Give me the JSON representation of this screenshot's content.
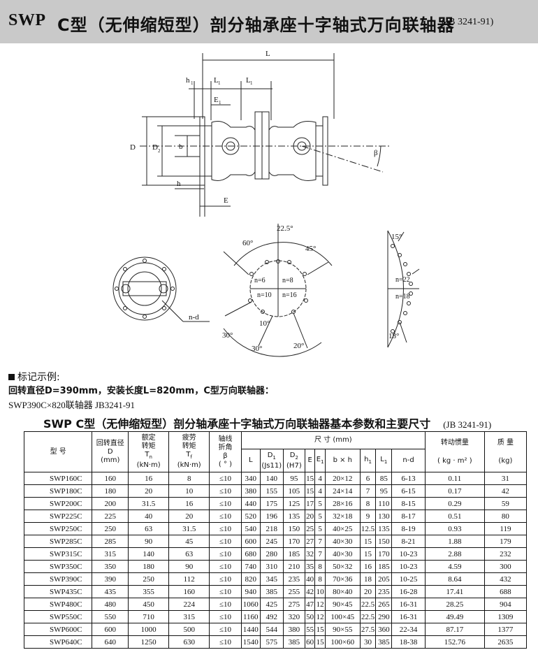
{
  "header": {
    "prefix": "SWP",
    "title": "C型（无伸缩短型）剖分轴承座十字轴式万向联轴器",
    "standard": "(JB 3241-91)"
  },
  "drawing": {
    "labels": [
      "L",
      "h",
      "L",
      "E",
      "L",
      "D",
      "D",
      "b",
      "β",
      "h",
      "E",
      "22.5°",
      "60°",
      "45°",
      "n=6",
      "n=8",
      "n=10",
      "n=16",
      "10°",
      "30°",
      "30°",
      "20°",
      "n-d",
      "15°",
      "n=22",
      "n=18",
      "18°"
    ],
    "subs": {
      "h1": "1",
      "L1a": "1",
      "E1": "1",
      "L1b": "1",
      "D2": "2"
    }
  },
  "marking": {
    "heading": "标记示例:",
    "line2": "回转直径D=390mm，安装长度L=820mm，C型万向联轴器：",
    "line3": "SWP390C×820联轴器 JB3241-91"
  },
  "table_caption": {
    "title": "SWP  C型（无伸缩短型）剖分轴承座十字轴式万向联轴器基本参数和主要尺寸",
    "standard": "(JB 3241-91)"
  },
  "columns": {
    "model": "型  号",
    "diameter": "回转直径",
    "diameter_sym": "D",
    "diameter_unit": "(mm)",
    "rated": "额定\n转矩",
    "rated_sym": "T",
    "rated_sub": "n",
    "rated_unit": "(kN·m)",
    "fatigue": "疲劳\n转矩",
    "fatigue_sym": "T",
    "fatigue_sub": "f",
    "fatigue_unit": "(kN·m)",
    "angle": "轴线\n折角",
    "angle_sym": "β",
    "angle_unit": "( ° )",
    "dims": "尺           寸 (mm)",
    "L": "L",
    "D1": "D",
    "D1_sub": "1",
    "D1_fit": "(Js11)",
    "D2": "D",
    "D2_sub": "2",
    "D2_fit": "(H7)",
    "E": "E",
    "E1": "E",
    "E1_sub": "1",
    "bh": "b × h",
    "h1": "h",
    "h1_sub": "1",
    "L1": "L",
    "L1_sub": "1",
    "nd": "n-d",
    "inertia": "转动惯量",
    "inertia_unit": "( kg · m² )",
    "mass": "质  量",
    "mass_unit": "(kg)"
  },
  "rows": [
    [
      "SWP160C",
      "160",
      "16",
      "8",
      "≤10",
      "340",
      "140",
      "95",
      "15",
      "4",
      "20×12",
      "6",
      "85",
      "6-13",
      "0.11",
      "31"
    ],
    [
      "SWP180C",
      "180",
      "20",
      "10",
      "≤10",
      "380",
      "155",
      "105",
      "15",
      "4",
      "24×14",
      "7",
      "95",
      "6-15",
      "0.17",
      "42"
    ],
    [
      "SWP200C",
      "200",
      "31.5",
      "16",
      "≤10",
      "440",
      "175",
      "125",
      "17",
      "5",
      "28×16",
      "8",
      "110",
      "8-15",
      "0.29",
      "59"
    ],
    [
      "SWP225C",
      "225",
      "40",
      "20",
      "≤10",
      "520",
      "196",
      "135",
      "20",
      "5",
      "32×18",
      "9",
      "130",
      "8-17",
      "0.51",
      "80"
    ],
    [
      "SWP250C",
      "250",
      "63",
      "31.5",
      "≤10",
      "540",
      "218",
      "150",
      "25",
      "5",
      "40×25",
      "12.5",
      "135",
      "8-19",
      "0.93",
      "119"
    ],
    [
      "SWP285C",
      "285",
      "90",
      "45",
      "≤10",
      "600",
      "245",
      "170",
      "27",
      "7",
      "40×30",
      "15",
      "150",
      "8-21",
      "1.88",
      "179"
    ],
    [
      "SWP315C",
      "315",
      "140",
      "63",
      "≤10",
      "680",
      "280",
      "185",
      "32",
      "7",
      "40×30",
      "15",
      "170",
      "10-23",
      "2.88",
      "232"
    ],
    [
      "SWP350C",
      "350",
      "180",
      "90",
      "≤10",
      "740",
      "310",
      "210",
      "35",
      "8",
      "50×32",
      "16",
      "185",
      "10-23",
      "4.59",
      "300"
    ],
    [
      "SWP390C",
      "390",
      "250",
      "112",
      "≤10",
      "820",
      "345",
      "235",
      "40",
      "8",
      "70×36",
      "18",
      "205",
      "10-25",
      "8.64",
      "432"
    ],
    [
      "SWP435C",
      "435",
      "355",
      "160",
      "≤10",
      "940",
      "385",
      "255",
      "42",
      "10",
      "80×40",
      "20",
      "235",
      "16-28",
      "17.41",
      "688"
    ],
    [
      "SWP480C",
      "480",
      "450",
      "224",
      "≤10",
      "1060",
      "425",
      "275",
      "47",
      "12",
      "90×45",
      "22.5",
      "265",
      "16-31",
      "28.25",
      "904"
    ],
    [
      "SWP550C",
      "550",
      "710",
      "315",
      "≤10",
      "1160",
      "492",
      "320",
      "50",
      "12",
      "100×45",
      "22.5",
      "290",
      "16-31",
      "49.49",
      "1309"
    ],
    [
      "SWP600C",
      "600",
      "1000",
      "500",
      "≤10",
      "1440",
      "544",
      "380",
      "55",
      "15",
      "90×55",
      "27.5",
      "360",
      "22-34",
      "87.17",
      "1377"
    ],
    [
      "SWP640C",
      "640",
      "1250",
      "630",
      "≤10",
      "1540",
      "575",
      "385",
      "60",
      "15",
      "100×60",
      "30",
      "385",
      "18-38",
      "152.76",
      "2635"
    ]
  ]
}
